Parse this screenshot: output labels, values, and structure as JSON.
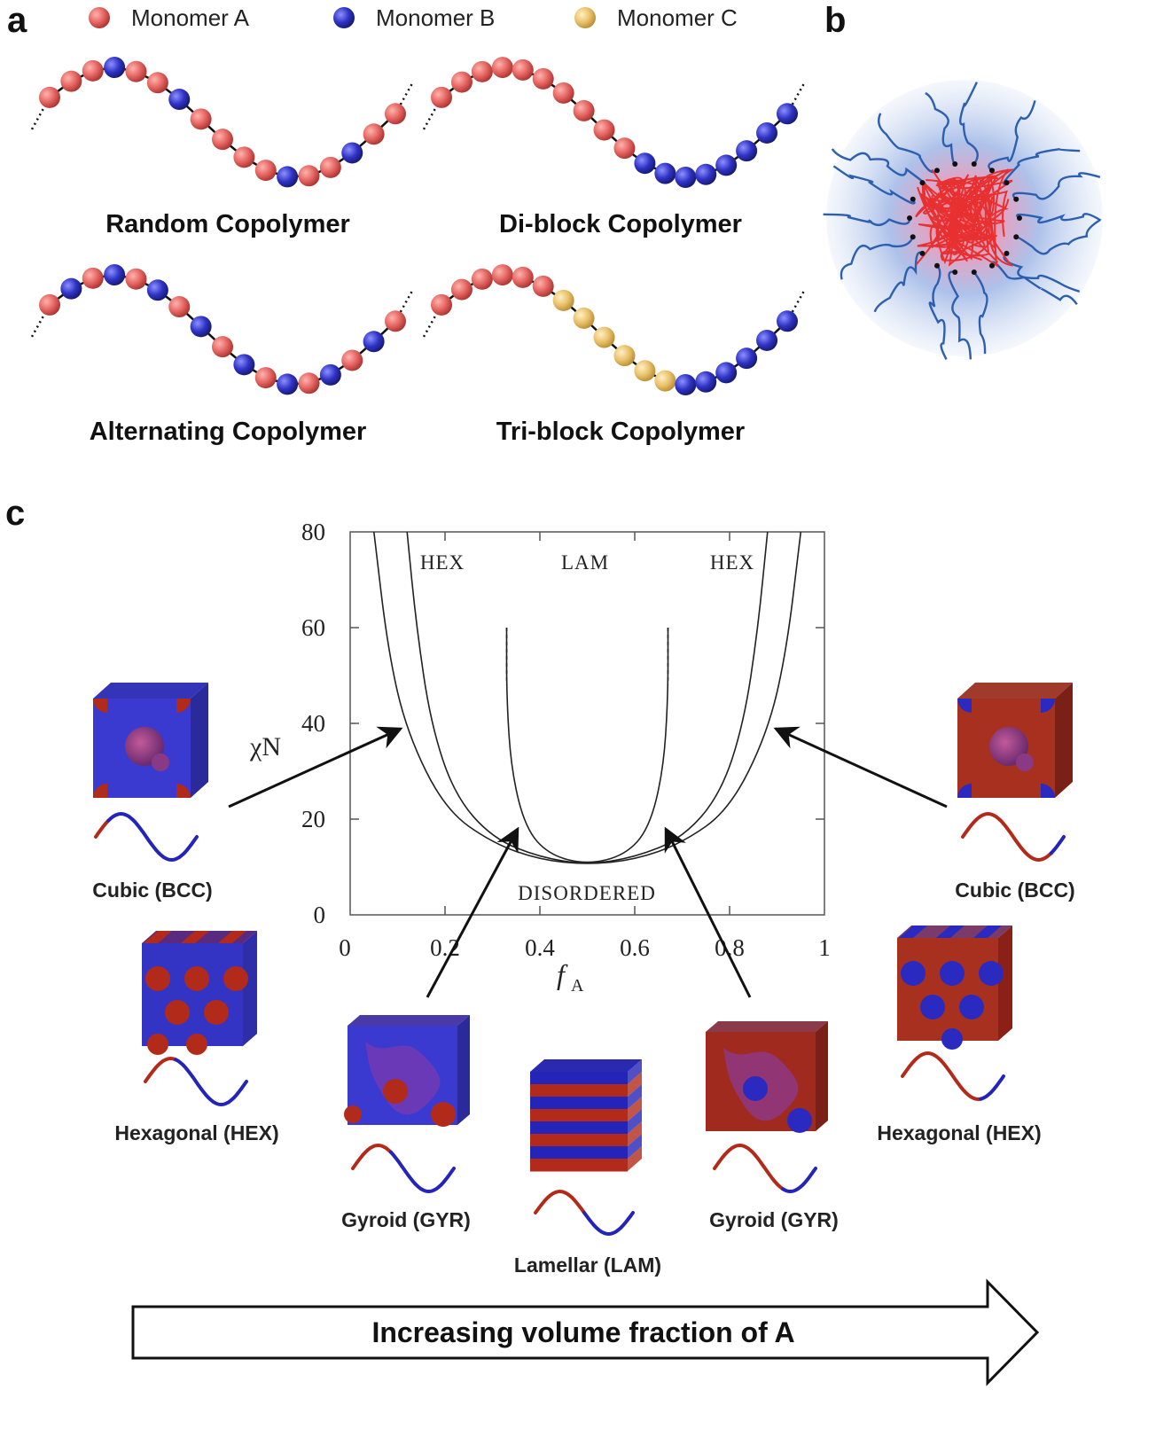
{
  "panels": {
    "a": "a",
    "b": "b",
    "c": "c"
  },
  "legend": [
    {
      "label": "Monomer A",
      "color": "#e46461"
    },
    {
      "label": "Monomer B",
      "color": "#2f33c4"
    },
    {
      "label": "Monomer C",
      "color": "#e8c16a"
    }
  ],
  "copolymers": {
    "random": "Random Copolymer",
    "diblock": "Di-block Copolymer",
    "alternating": "Alternating Copolymer",
    "triblock": "Tri-block Copolymer"
  },
  "chart_data": {
    "type": "line",
    "xlabel": "f",
    "xlabel_sub": "A",
    "ylabel": "χN",
    "xlim": [
      0,
      1
    ],
    "ylim": [
      0,
      80
    ],
    "xticks": [
      "0",
      "0.2",
      "0.4",
      "0.6",
      "0.8",
      "1"
    ],
    "yticks": [
      "0",
      "20",
      "40",
      "60",
      "80"
    ],
    "regions": [
      "HEX",
      "LAM",
      "HEX",
      "DISORDERED"
    ],
    "series": [
      {
        "x": [
          0.05,
          0.08,
          0.12,
          0.2,
          0.3,
          0.4,
          0.5,
          0.6,
          0.7,
          0.8,
          0.88,
          0.92,
          0.95
        ],
        "y": [
          80,
          55,
          38,
          22,
          15,
          11.5,
          10.5,
          11.5,
          15,
          22,
          38,
          55,
          80
        ]
      },
      {
        "x": [
          0.12,
          0.14,
          0.17,
          0.22,
          0.3,
          0.4,
          0.5,
          0.6,
          0.7,
          0.78,
          0.83,
          0.86,
          0.88
        ],
        "y": [
          80,
          60,
          40,
          25,
          16,
          12,
          10.5,
          12,
          16,
          25,
          40,
          60,
          80
        ]
      },
      {
        "x": [
          0.33,
          0.33,
          0.34,
          0.37,
          0.42,
          0.5,
          0.58,
          0.63,
          0.66,
          0.67,
          0.67
        ],
        "y": [
          60,
          45,
          30,
          18,
          12.5,
          10.5,
          12.5,
          18,
          30,
          45,
          60
        ]
      }
    ],
    "lam_dashed_x": [
      0.33,
      0.67
    ],
    "lam_dashed_y": [
      60,
      48
    ]
  },
  "phases": {
    "bcc_left": "Cubic (BCC)",
    "hex_left": "Hexagonal (HEX)",
    "gyr_left": "Gyroid (GYR)",
    "lam": "Lamellar (LAM)",
    "gyr_right": "Gyroid (GYR)",
    "hex_right": "Hexagonal (HEX)",
    "bcc_right": "Cubic (BCC)"
  },
  "colors": {
    "A": "#b22a1a",
    "B": "#2424b8",
    "coreRed": "#e83030",
    "coronaBlue": "#2d5fb0"
  },
  "bottom_arrow": "Increasing volume fraction of A"
}
